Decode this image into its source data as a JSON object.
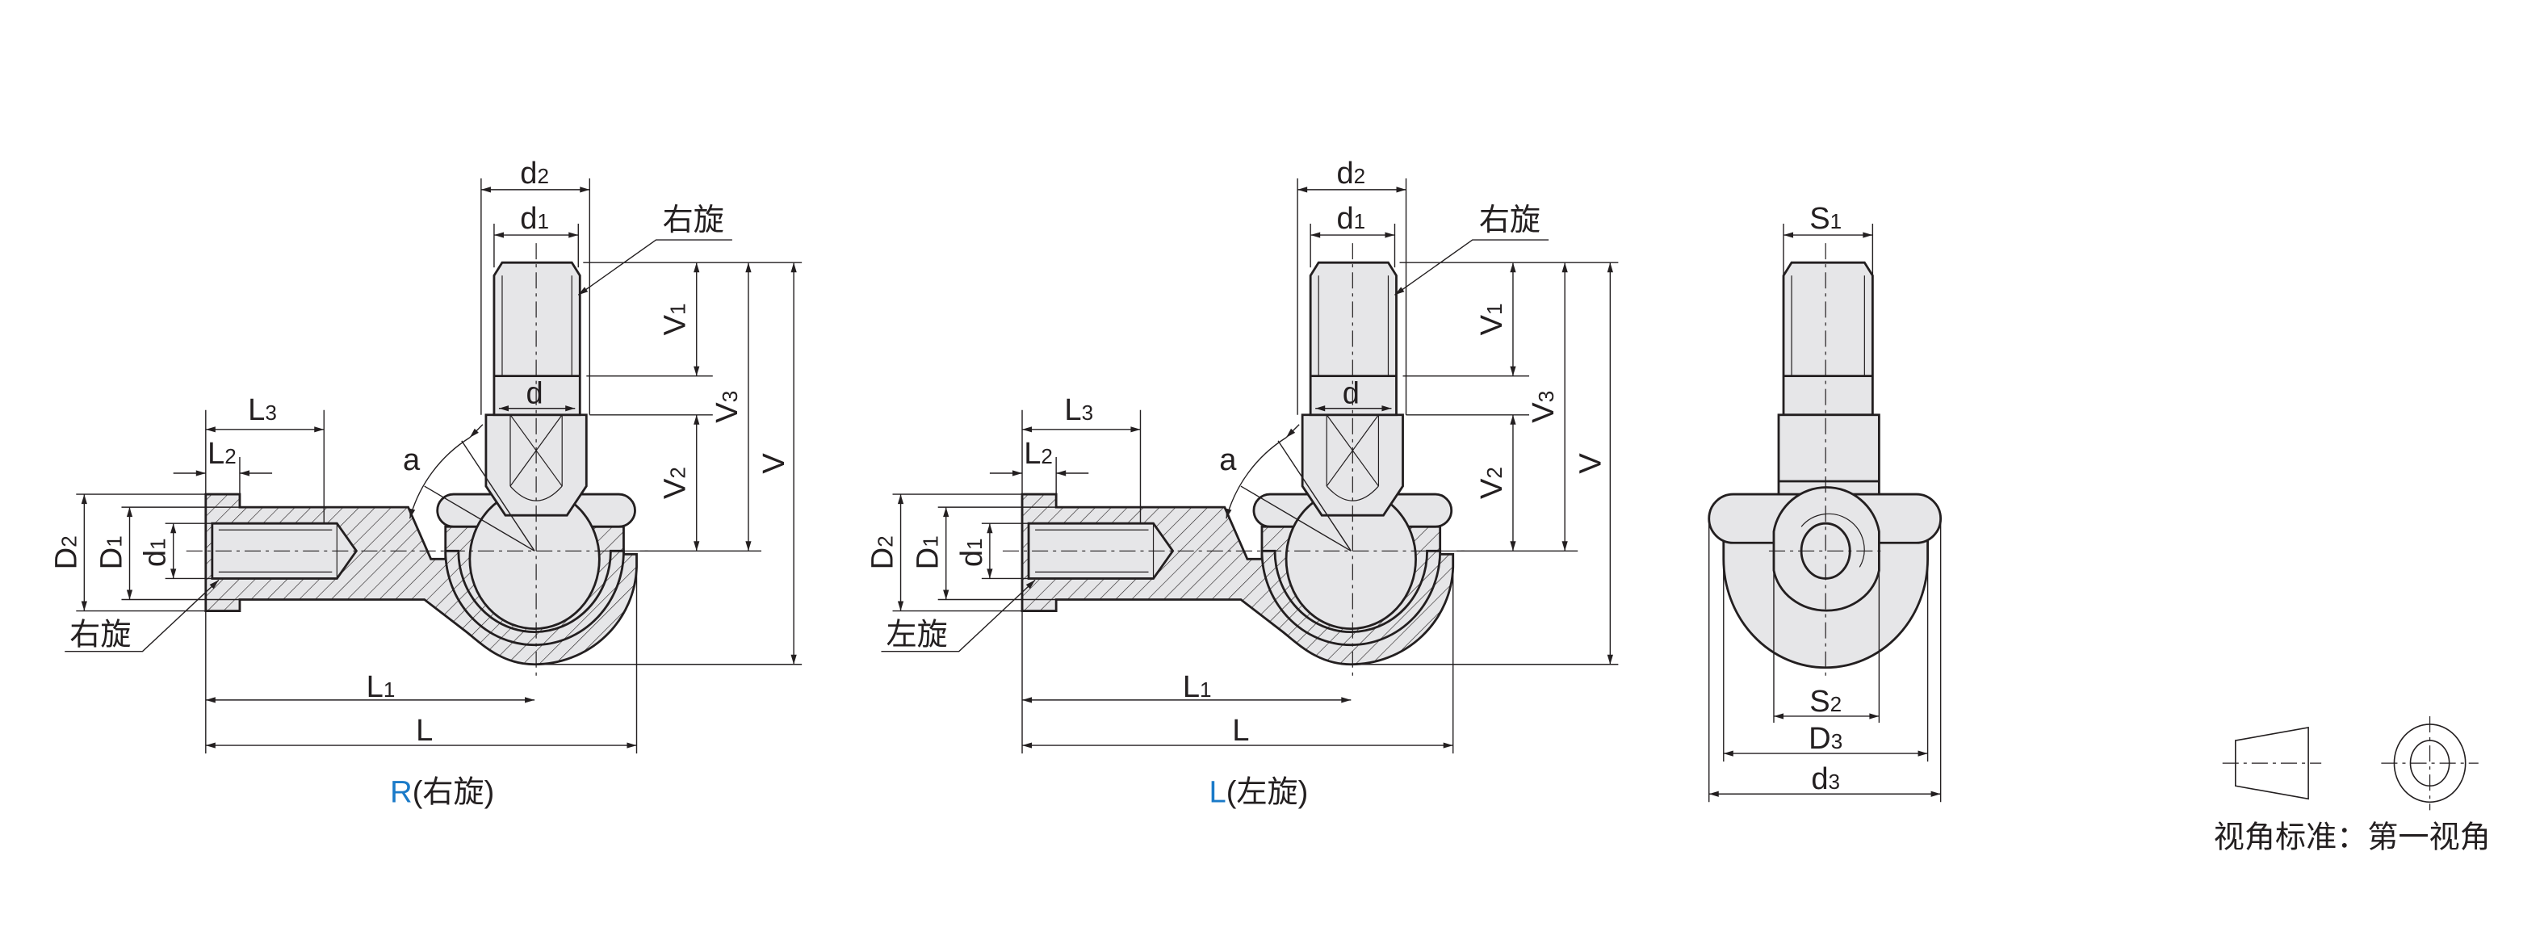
{
  "views": {
    "right_hand": {
      "caption_letter": "R",
      "caption_text": "(右旋)",
      "thread_top": "右旋",
      "thread_bottom": "右旋"
    },
    "left_hand": {
      "caption_letter": "L",
      "caption_text": "(左旋)",
      "thread_top": "右旋",
      "thread_bottom": "左旋"
    }
  },
  "dims": {
    "d2": {
      "main": "d",
      "sub": "2"
    },
    "d1": {
      "main": "d",
      "sub": "1"
    },
    "d": {
      "main": "d"
    },
    "V1": {
      "main": "V",
      "sub": "1"
    },
    "V2": {
      "main": "V",
      "sub": "2"
    },
    "V3": {
      "main": "V",
      "sub": "3"
    },
    "V": {
      "main": "V"
    },
    "L3": {
      "main": "L",
      "sub": "3"
    },
    "L2": {
      "main": "L",
      "sub": "2"
    },
    "L1": {
      "main": "L",
      "sub": "1"
    },
    "L": {
      "main": "L"
    },
    "a": {
      "main": "a"
    },
    "D2": {
      "main": "D",
      "sub": "2"
    },
    "D1": {
      "main": "D",
      "sub": "1"
    },
    "S1": {
      "main": "S",
      "sub": "1"
    },
    "S2": {
      "main": "S",
      "sub": "2"
    },
    "D3": {
      "main": "D",
      "sub": "3"
    },
    "d3": {
      "main": "d",
      "sub": "3"
    }
  },
  "projection": {
    "label": "视角标准：第一视角"
  },
  "colors": {
    "caption_letter": "#1a7ac8",
    "part_fill": "#e6e6e8",
    "line": "#231f20"
  }
}
